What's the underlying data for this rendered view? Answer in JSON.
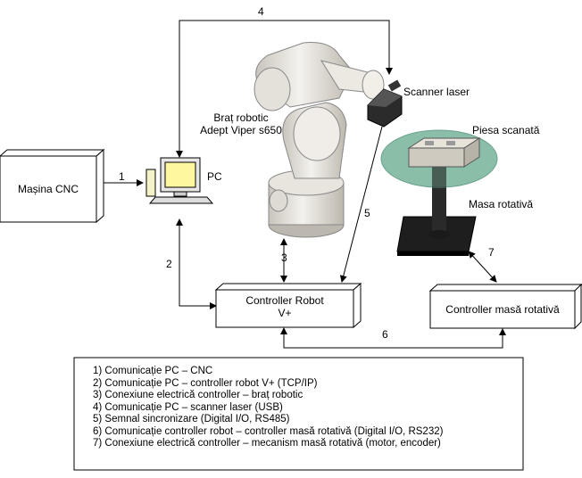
{
  "nodes": {
    "cnc": "Mașina CNC",
    "pc": "PC",
    "robot_arm": [
      "Braț robotic",
      "Adept Viper s650"
    ],
    "scanner": "Scanner laser",
    "workpiece": "Piesa scanată",
    "turntable": "Masa rotativă",
    "robot_controller": [
      "Controller Robot",
      "V+"
    ],
    "table_controller": "Controller masă rotativă"
  },
  "link_numbers": [
    "1",
    "2",
    "3",
    "4",
    "5",
    "6",
    "7"
  ],
  "legend": [
    "1) Comunicație PC – CNC",
    "2) Comunicație PC – controller robot V+ (TCP/IP)",
    "3) Conexiune electrică controller – braț robotic",
    "4) Comunicație PC – scanner laser (USB)",
    "5) Semnal sincronizare (Digital I/O, RS485)",
    "6) Comunicație controller robot – controller masă rotativă (Digital I/O, RS232)",
    "7) Conexiune electrică controller – mecanism masă rotativă (motor, encoder)"
  ],
  "colors": {
    "pc_screen": "#fff7a0",
    "turntable": "#7fb8a0",
    "robot": "#ece9e2"
  }
}
